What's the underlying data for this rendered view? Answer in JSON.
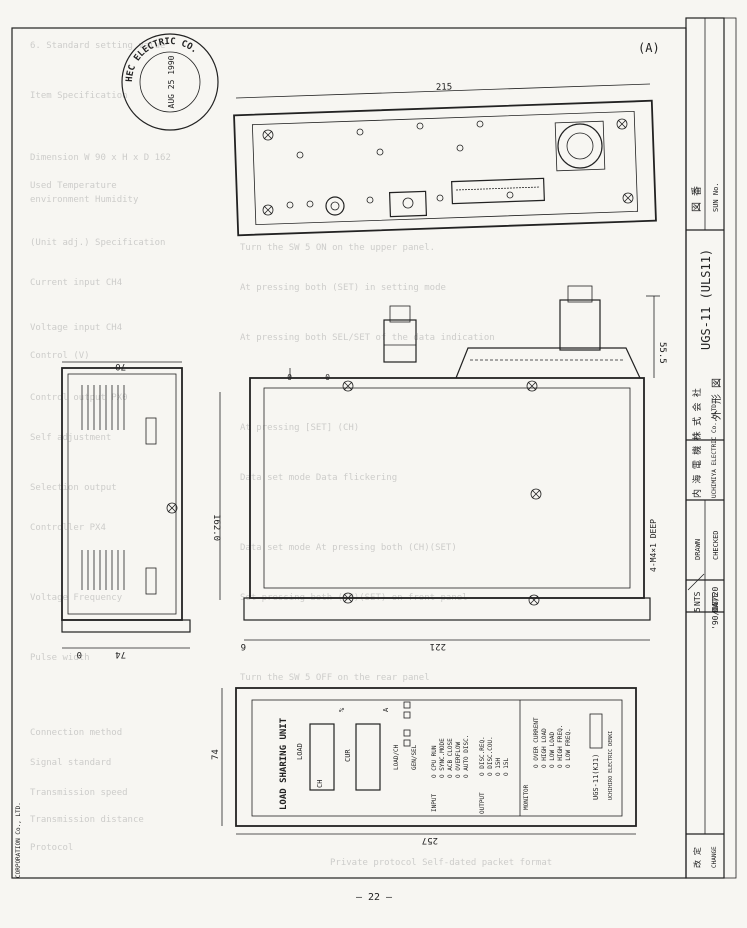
{
  "stamp": {
    "ring_text": "HEC ELECTRIC CO.",
    "date": "AUG 25 1990"
  },
  "top_note": "(A)",
  "dimensions": {
    "top_width": "215",
    "right_height": "55.5",
    "side_width": "70",
    "side_bottom": "74",
    "front_height": "162.0",
    "front_bottom": "221",
    "bottom_small": "6",
    "panel_height": "74",
    "panel_width": "257",
    "front_label_o": "0",
    "front_label_o2": "0",
    "mount_holes": "4-M4×1 DEEP"
  },
  "front_panel": {
    "title": "LOAD SHARING UNIT",
    "load_label": "LOAD",
    "ch_label": "CH",
    "cur_label": "CUR",
    "a_label": "A",
    "pct_label": "%",
    "gen_sel": "GEN/SEL",
    "load_ch": "LOAD/CH",
    "input_label": "INPUT",
    "inputs": [
      "O CPU RUN",
      "O SYNC.MODE",
      "O ACB CLOSE",
      "O OVERFLOW",
      "O AUTO DISC."
    ],
    "output_label": "OUTPUT",
    "outputs": [
      "O DISC.REQ.",
      "O DISC.COU.",
      "O 15H",
      "O 15L"
    ],
    "monitor_label": "MONITOR",
    "monitors": [
      "O OVER CURRENT",
      "O HIGH LOAD",
      "O LOW LOAD",
      "O HIGH FREQ.",
      "O LOW FREQ."
    ],
    "model": "UGS-11(KJ1)",
    "maker": "UCHIHIRO ELECTRIC DENKI"
  },
  "title_block": {
    "model_title": "UGS-11 (ULS11)",
    "figure_title": "外 形 図",
    "company_jp": "内 海 電 機 株 式 会 社",
    "company_en": "UCHIMIYA ELECTRIC Co., LTD.",
    "sheet_kanji": "図 番",
    "sheet_no": "SUN No.",
    "drawn_label": "DRAWN",
    "drawn_by": "NTS",
    "checked_label": "CHECKED",
    "date_label": "DATE",
    "date_value": "'90/08/20",
    "revision": "5",
    "change_kanji": "改 定",
    "change_label": "CHANGE"
  },
  "left_margin": "CORPORATION Co., LTD.",
  "page_number": "— 22 —"
}
